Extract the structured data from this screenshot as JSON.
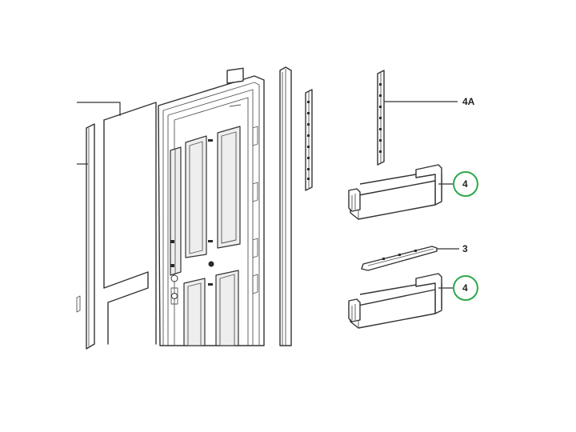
{
  "diagram": {
    "callouts": [
      {
        "id": "4A",
        "label": "4A",
        "highlighted": false
      },
      {
        "id": "4-upper",
        "label": "4",
        "highlighted": true
      },
      {
        "id": "3",
        "label": "3",
        "highlighted": false
      },
      {
        "id": "4-lower",
        "label": "4",
        "highlighted": true
      }
    ],
    "colors": {
      "line": "#333333",
      "highlight_ring": "#2ea84a",
      "background": "#ffffff"
    }
  }
}
